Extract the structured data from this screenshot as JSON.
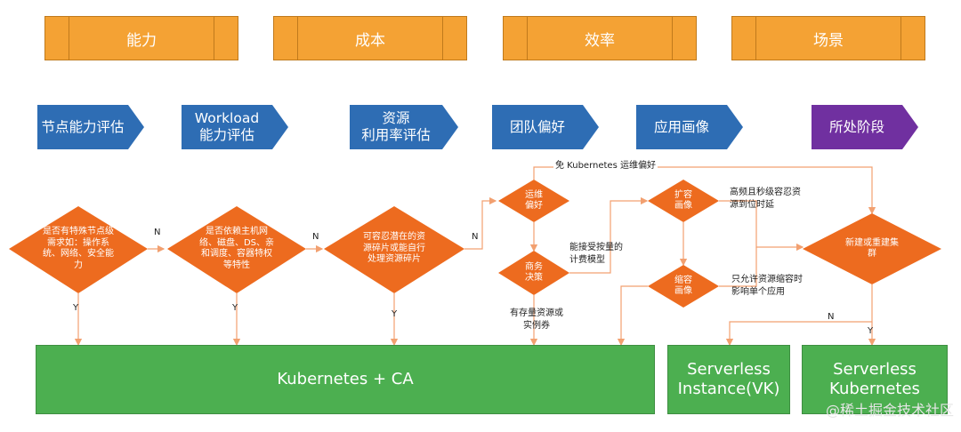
{
  "headers": [
    "能力",
    "成本",
    "效率",
    "场景"
  ],
  "steps": [
    {
      "lines": [
        "节点能力评估"
      ],
      "color": "#2E6DB4"
    },
    {
      "lines": [
        "Workload",
        "能力评估"
      ],
      "color": "#2E6DB4"
    },
    {
      "lines": [
        "资源",
        "利用率评估"
      ],
      "color": "#2E6DB4"
    },
    {
      "lines": [
        "团队偏好"
      ],
      "color": "#2E6DB4"
    },
    {
      "lines": [
        "应用画像"
      ],
      "color": "#2E6DB4"
    },
    {
      "lines": [
        "所处阶段"
      ],
      "color": "#7030A0"
    }
  ],
  "decisions": {
    "special_node": "是否有特殊节点级需求如：操作系统、网络、安全能力",
    "host_dependency": "是否依赖主机网络、磁盘、DS、亲和调度、容器特权等特性",
    "resource_fragment": "可容忍潜在的资源碎片或能自行处理资源碎片",
    "ops_preference": "运维偏好",
    "business_decision": "商务决策",
    "scale_out_profile": "扩容画像",
    "scale_in_profile": "缩容画像",
    "new_cluster": "新建或重建集群"
  },
  "edge_labels": {
    "n1": "N",
    "n2": "N",
    "n3": "N",
    "y1": "Y",
    "y2": "Y",
    "y3": "Y",
    "no_k8s_ops": "免 Kubernetes 运维偏好",
    "accept_pay_per_use": "能接受按量的计费模型",
    "existing_resources": "有存量资源或实例券",
    "high_freq": "高频且秒级容忍资源到位时延",
    "scale_in_only": "只允许资源缩容时影响单个应用",
    "n_new": "N",
    "y_new": "Y"
  },
  "results": {
    "kubernetes_ca": "Kubernetes + CA",
    "serverless_instance": "Serverless Instance(VK)",
    "serverless_kubernetes": "Serverless Kubernetes"
  },
  "watermark": "@稀土掘金技术社区",
  "colors": {
    "header": "#F4A234",
    "step_blue": "#2E6DB4",
    "step_purple": "#7030A0",
    "decision": "#ED6B1F",
    "result": "#4CAF50",
    "line": "#F2A070"
  }
}
